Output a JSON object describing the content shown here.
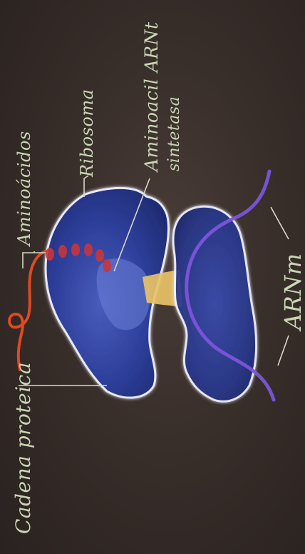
{
  "labels": {
    "aminoacidos": "Aminoácidos",
    "ribosoma": "Ribosoma",
    "sintetasa_line1": "Aminoacil ARNt",
    "sintetasa_line2": "sintetasa",
    "cadena": "Cadena proteica",
    "arnm": "ARNm"
  },
  "colors": {
    "label": "#c9d6b4",
    "ribosome_large": "#2a3f9a",
    "ribosome_small": "#2c3a8e",
    "trna": "#e8c267",
    "protein_chain": "#e04a22",
    "mrna": "#7a55d8",
    "leader_lines": "#d8d8c8",
    "background": "#332a26"
  }
}
